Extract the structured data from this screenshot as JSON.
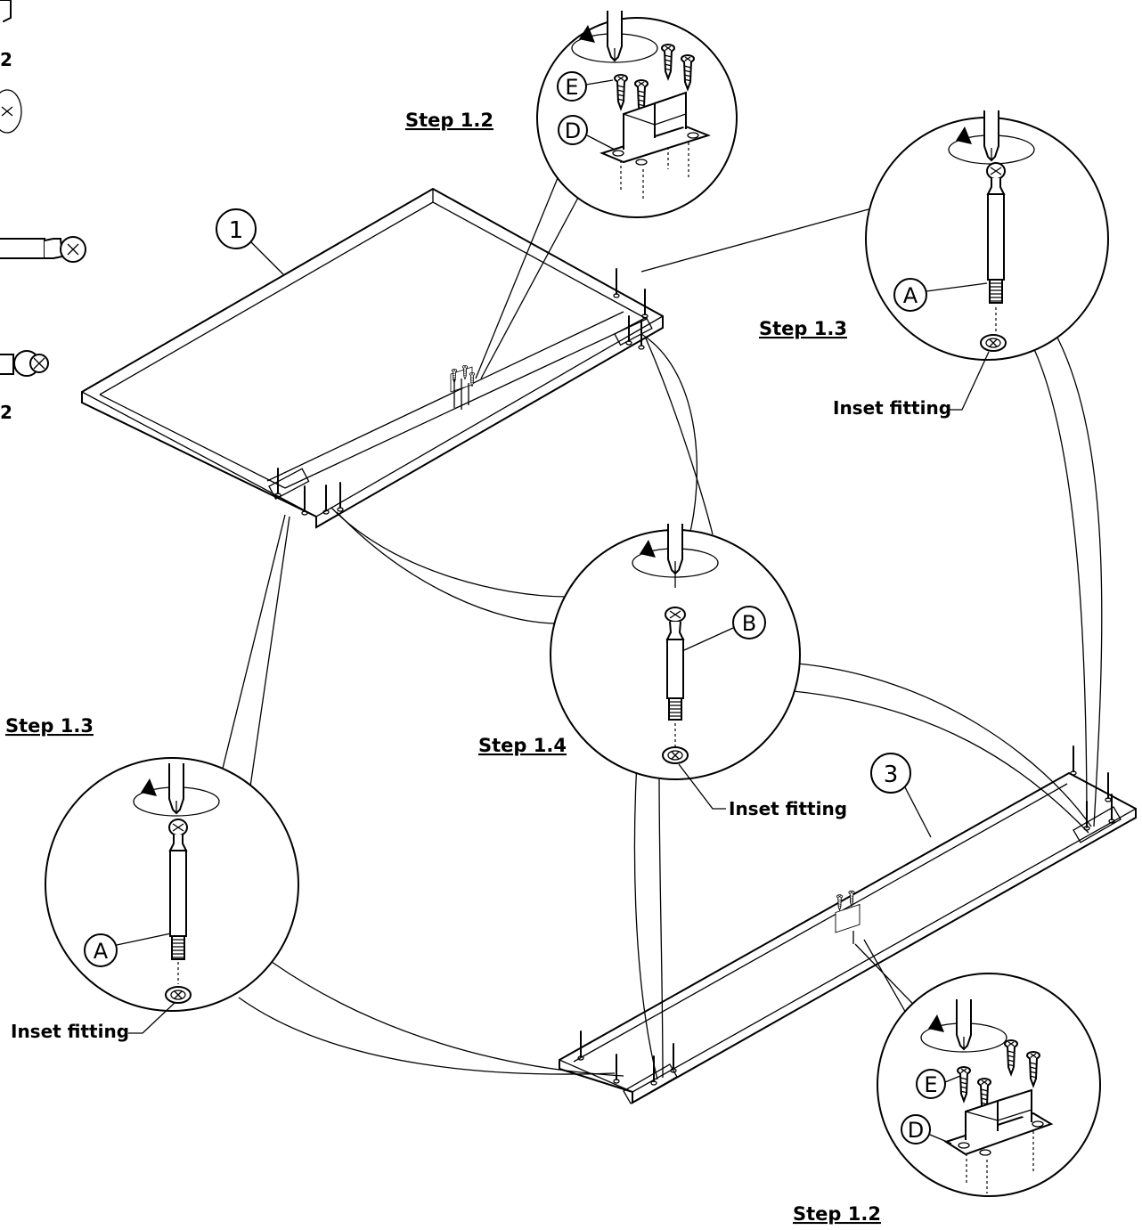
{
  "steps": {
    "step_1_2_top": "Step 1.2",
    "step_1_3_right": "Step 1.3",
    "step_1_3_left": "Step 1.3",
    "step_1_4": "Step 1.4",
    "step_1_2_bottom": "Step 1.2"
  },
  "labels": {
    "inset_right": "Inset fitting",
    "inset_center": "Inset fitting",
    "inset_left": "Inset fitting"
  },
  "callouts": {
    "part_1": "1",
    "part_3": "3",
    "a_right": "A",
    "a_left": "A",
    "b_center": "B",
    "e_top": "E",
    "d_top": "D",
    "e_bottom": "E",
    "d_bottom": "D"
  }
}
